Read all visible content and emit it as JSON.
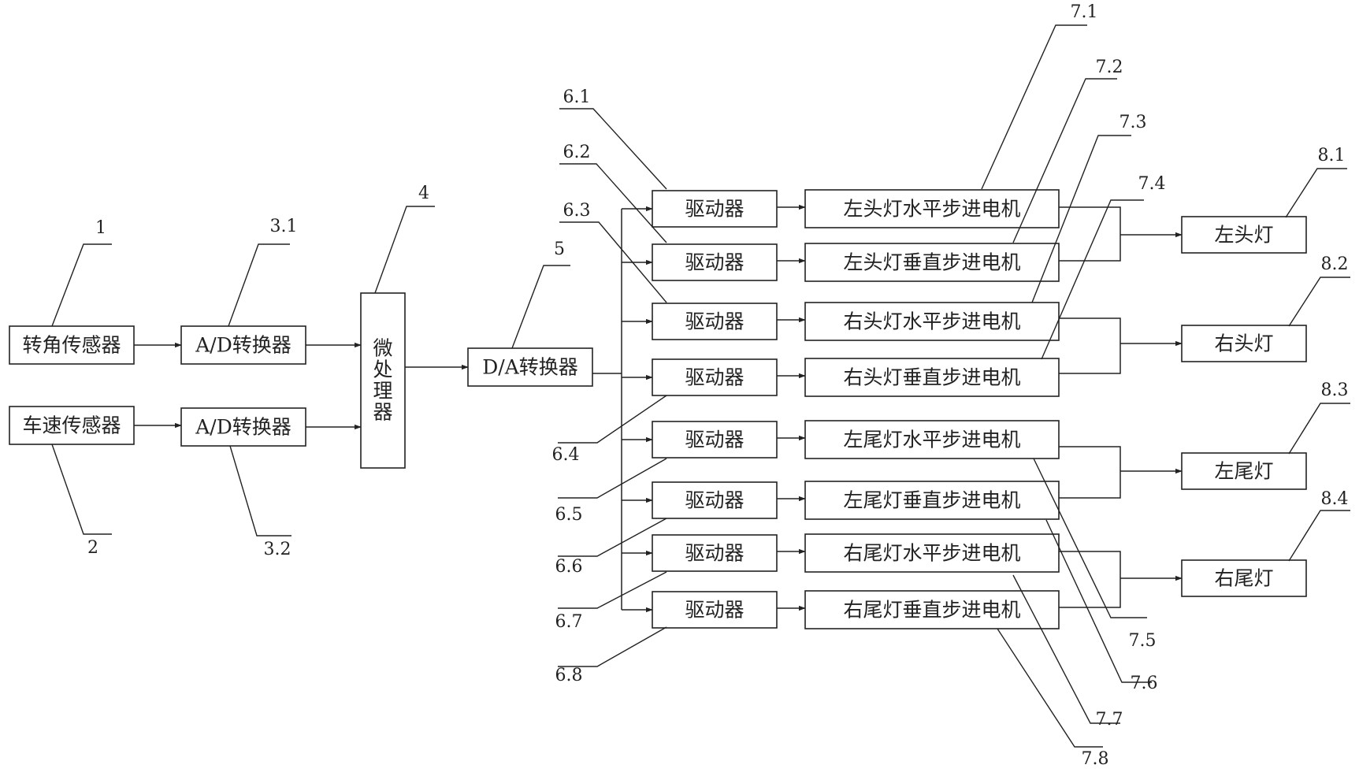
{
  "blocks": {
    "steer_sensor": "转角传感器",
    "speed_sensor": "车速传感器",
    "ad1": "A/D转换器",
    "ad2": "A/D转换器",
    "mcu": [
      "微",
      "处",
      "理",
      "器"
    ],
    "da": "D/A转换器",
    "driver": "驱动器",
    "motors": [
      "左头灯水平步进电机",
      "左头灯垂直步进电机",
      "右头灯水平步进电机",
      "右头灯垂直步进电机",
      "左尾灯水平步进电机",
      "左尾灯垂直步进电机",
      "右尾灯水平步进电机",
      "右尾灯垂直步进电机"
    ],
    "lamps": [
      "左头灯",
      "右头灯",
      "左尾灯",
      "右尾灯"
    ]
  },
  "refs": {
    "steer_sensor": "1",
    "speed_sensor": "2",
    "ad1": "3.1",
    "ad2": "3.2",
    "mcu": "4",
    "da": "5",
    "drivers": [
      "6.1",
      "6.2",
      "6.3",
      "6.4",
      "6.5",
      "6.6",
      "6.7",
      "6.8"
    ],
    "motors": [
      "7.1",
      "7.2",
      "7.3",
      "7.4",
      "7.5",
      "7.6",
      "7.7",
      "7.8"
    ],
    "lamps": [
      "8.1",
      "8.2",
      "8.3",
      "8.4"
    ]
  },
  "colors": {
    "line": "#222222",
    "background": "#ffffff"
  }
}
